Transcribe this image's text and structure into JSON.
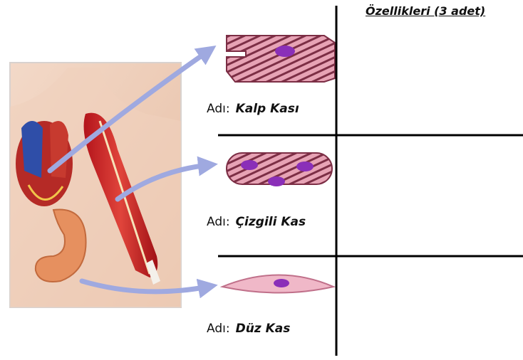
{
  "header": {
    "title": "Özellikleri (3 adet)"
  },
  "muscles": [
    {
      "prefix": "Adı:",
      "name": "Kalp Kası"
    },
    {
      "prefix": "Adı:",
      "name": "Çizgili Kas"
    },
    {
      "prefix": "Adı:",
      "name": "Düz Kas"
    }
  ],
  "colors": {
    "arrow": "#9fa9e0",
    "muscle": "#d98aa3",
    "stripe": "#7c2e45",
    "nucleus": "#8a2fb8",
    "grid_line": "#000000"
  }
}
